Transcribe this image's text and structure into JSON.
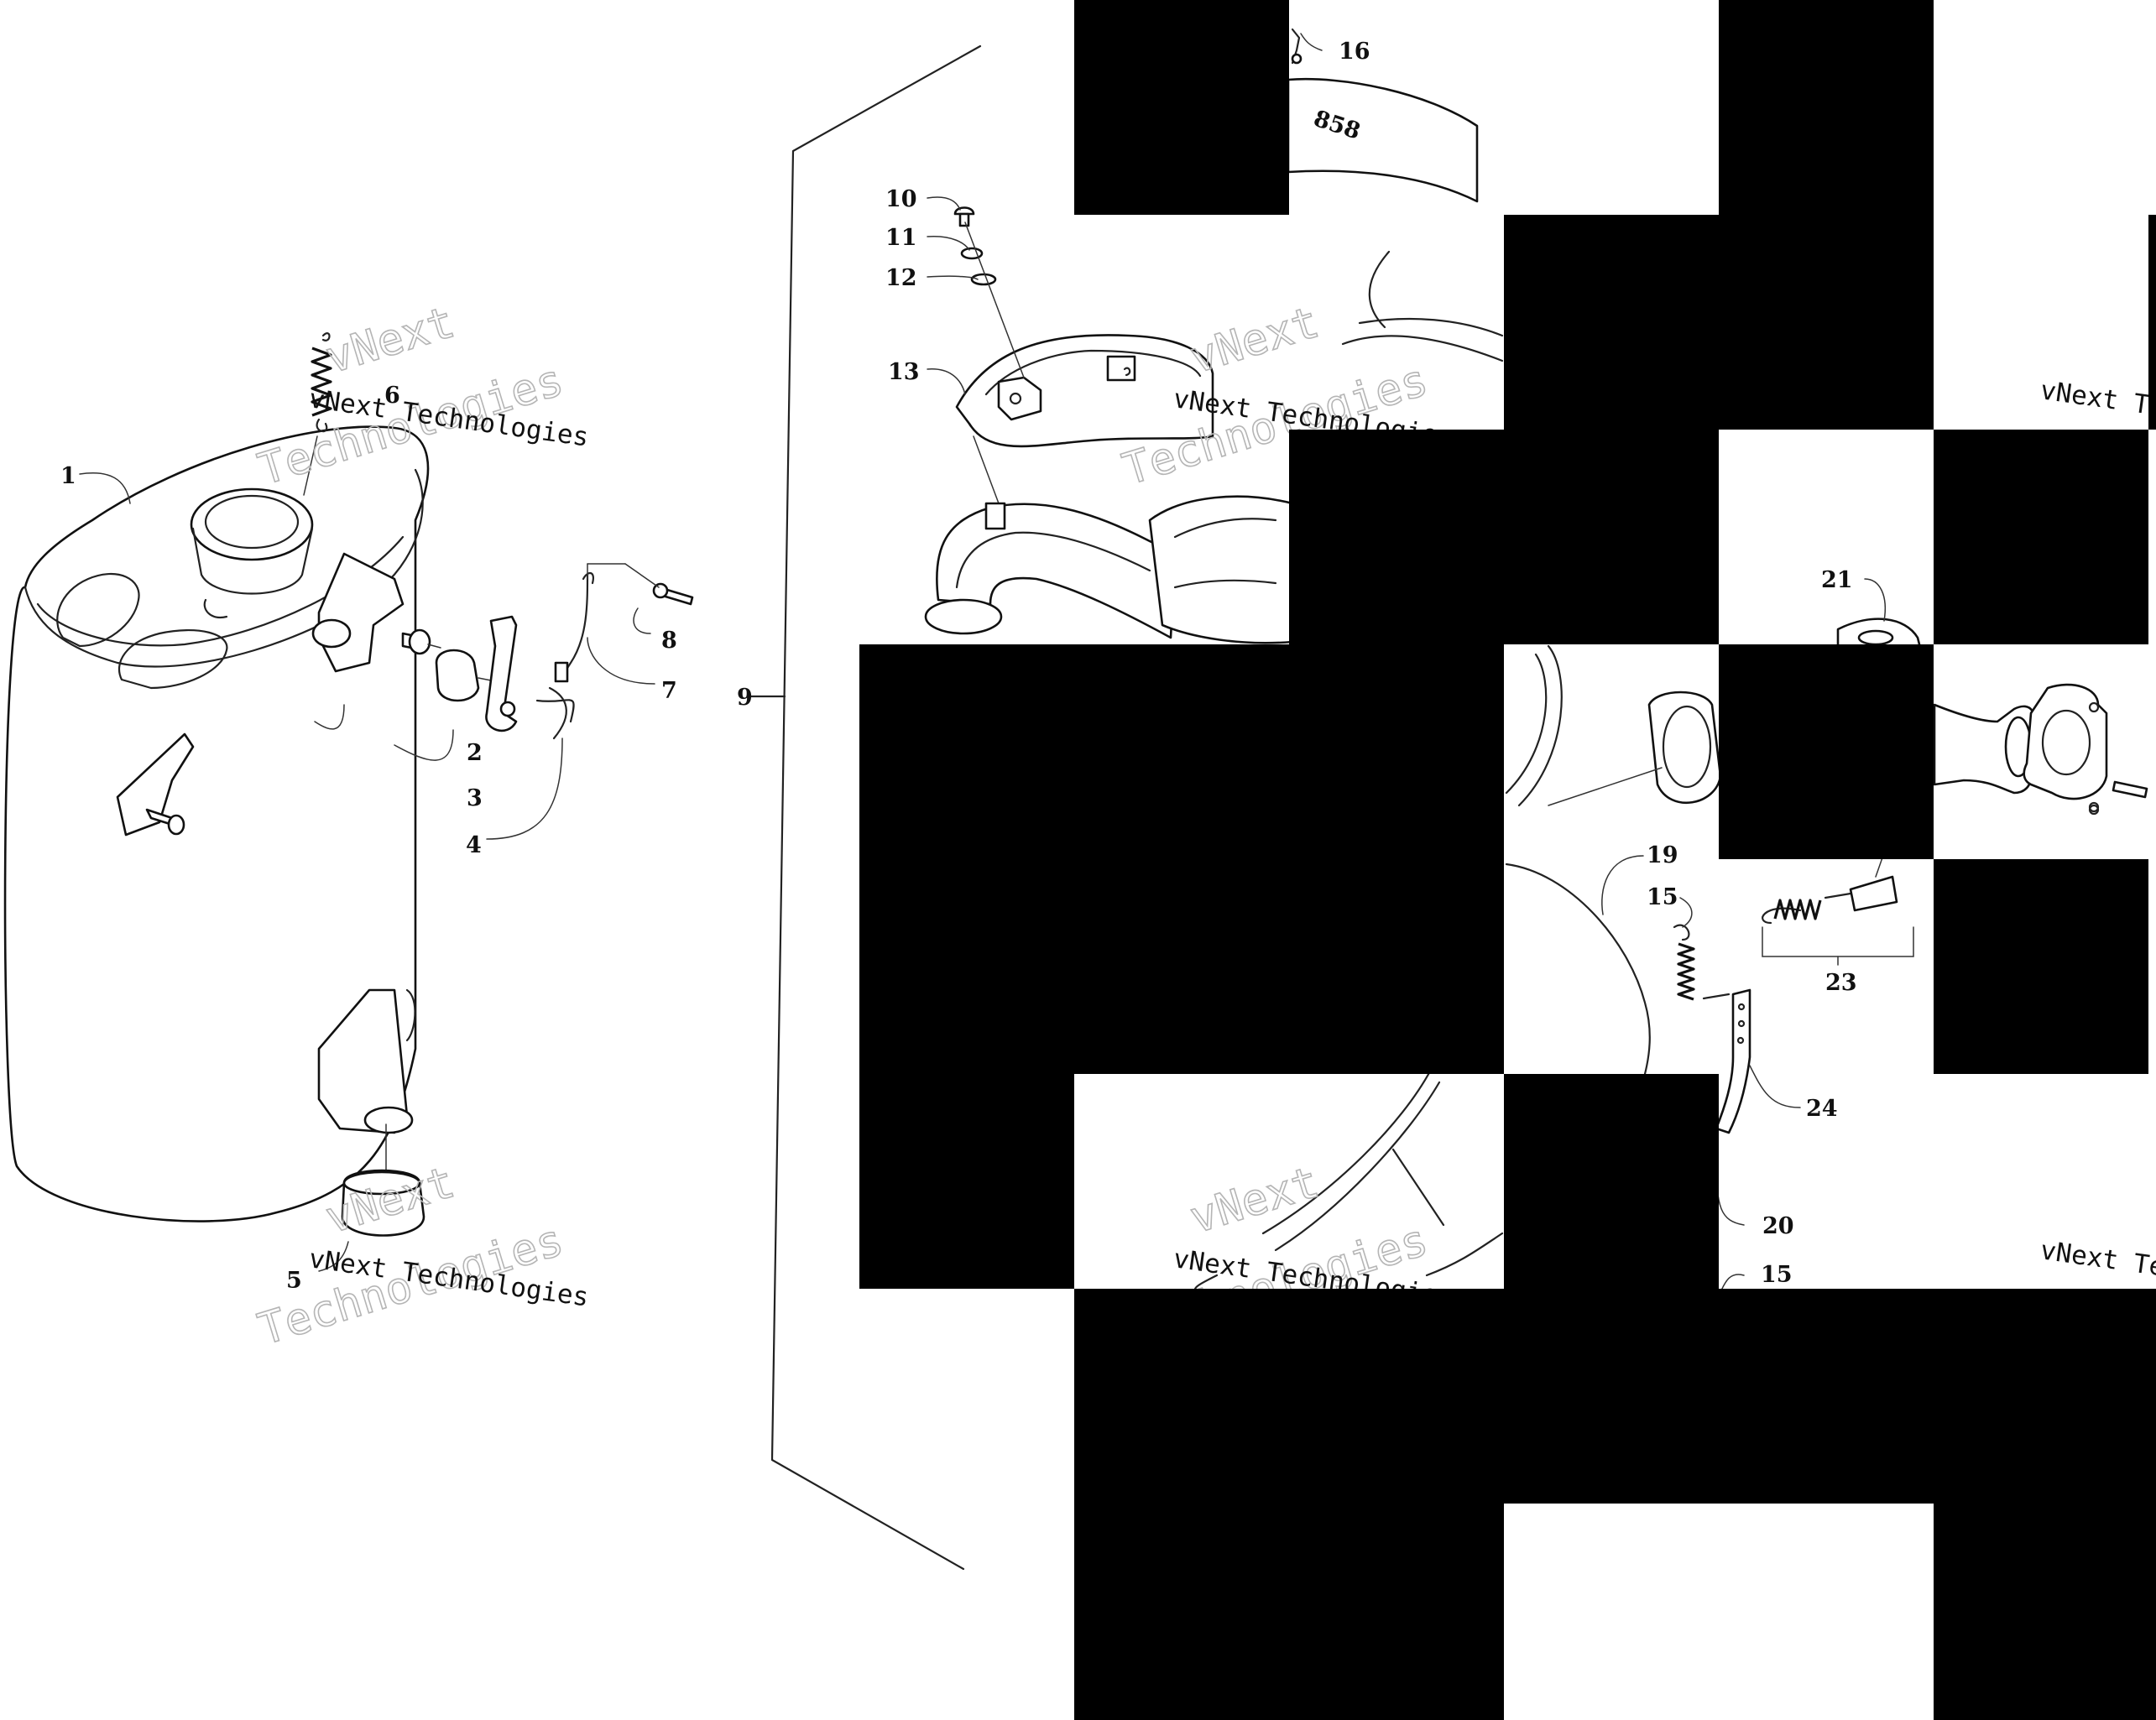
{
  "diagram": {
    "callouts": [
      {
        "id": "c1",
        "text": "1"
      },
      {
        "id": "c2",
        "text": "2"
      },
      {
        "id": "c3",
        "text": "3"
      },
      {
        "id": "c4",
        "text": "4"
      },
      {
        "id": "c5",
        "text": "5"
      },
      {
        "id": "c6",
        "text": "6"
      },
      {
        "id": "c7",
        "text": "7"
      },
      {
        "id": "c8",
        "text": "8"
      },
      {
        "id": "c9",
        "text": "9"
      },
      {
        "id": "c10",
        "text": "10"
      },
      {
        "id": "c11",
        "text": "11"
      },
      {
        "id": "c12",
        "text": "12"
      },
      {
        "id": "c13",
        "text": "13"
      },
      {
        "id": "c15a",
        "text": "15"
      },
      {
        "id": "c15b",
        "text": "15"
      },
      {
        "id": "c16",
        "text": "16"
      },
      {
        "id": "c19",
        "text": "19"
      },
      {
        "id": "c20",
        "text": "20"
      },
      {
        "id": "c21",
        "text": "21"
      },
      {
        "id": "c23",
        "text": "23"
      },
      {
        "id": "c24",
        "text": "24"
      }
    ],
    "watermark": {
      "line_a": "vNext Technologies",
      "line_b1": "vNext",
      "line_b2": "Technologies",
      "partial": "vNext Te"
    },
    "housing_badge": "858"
  }
}
